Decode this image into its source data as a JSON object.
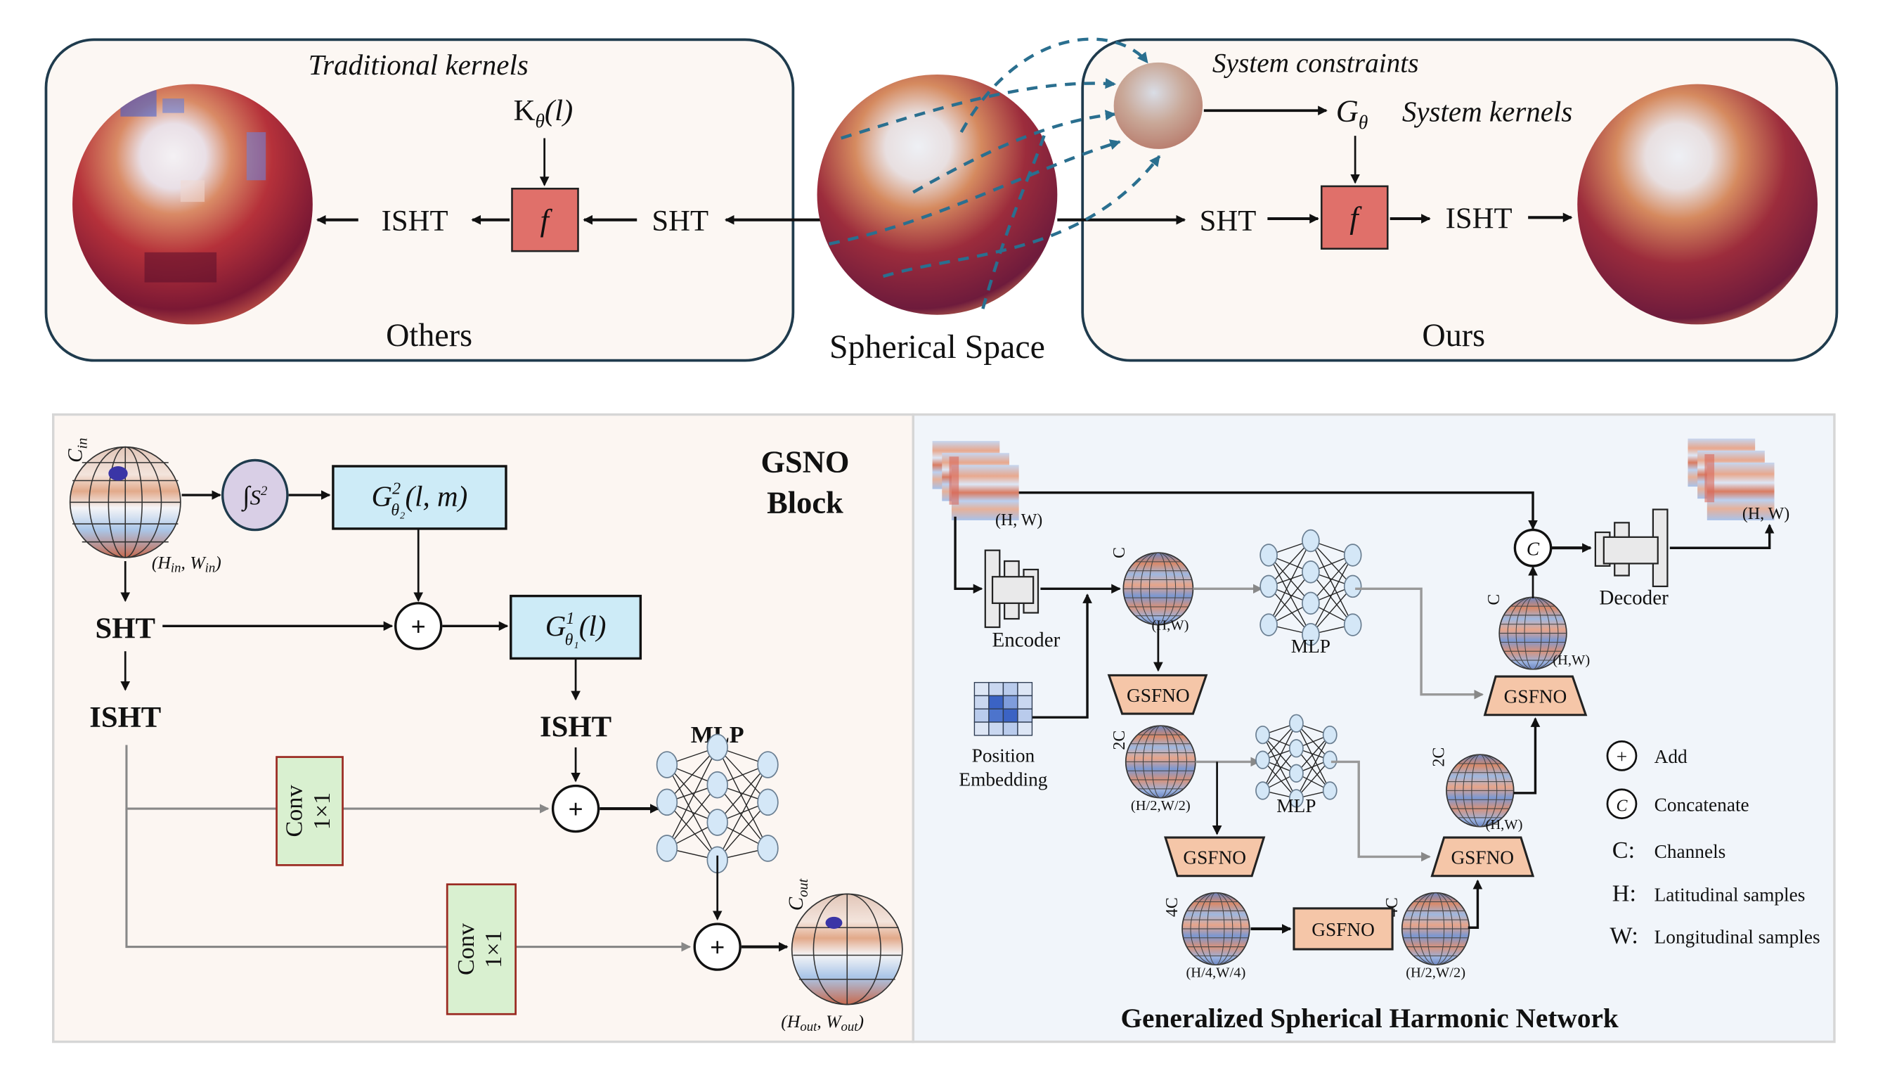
{
  "top": {
    "left_panel": {
      "caption": "Others",
      "subtitle": "Traditional kernels",
      "kernel": "K",
      "kernel_sub": "θ",
      "kernel_arg": "(l)",
      "f": "f",
      "sht": "SHT",
      "isht": "ISHT"
    },
    "center": {
      "caption": "Spherical Space"
    },
    "right_panel": {
      "caption": "Ours",
      "constraints": "System constraints",
      "kernel": "G",
      "kernel_sub": "θ",
      "kernel_label": "System kernels",
      "f": "f",
      "sht": "SHT",
      "isht": "ISHT"
    }
  },
  "gsno": {
    "title_line1": "GSNO",
    "title_line2": "Block",
    "c_in": "C",
    "c_in_sub": "in",
    "in_dims": "(H",
    "in_dims_sub1": "in",
    "in_dims_mid": ", W",
    "in_dims_sub2": "in",
    "in_dims_end": ")",
    "integral": "∫",
    "integral_s": "S",
    "integral_sup": "2",
    "g2": "G",
    "g2_sup": "2",
    "g2_sub": "θ₂",
    "g2_arg": "(l, m)",
    "g1": "G",
    "g1_sup": "1",
    "g1_sub": "θ₁",
    "g1_arg": "(l)",
    "sht": "SHT",
    "isht_left": "ISHT",
    "isht_right": "ISHT",
    "mlp": "MLP",
    "conv1": [
      "Conv",
      "1×1"
    ],
    "conv2": [
      "Conv",
      "1×1"
    ],
    "add": "+",
    "c_out": "C",
    "c_out_sub": "out",
    "out_dims": "(H",
    "out_dims_sub1": "out",
    "out_dims_mid": ", W",
    "out_dims_sub2": "out",
    "out_dims_end": ")"
  },
  "network": {
    "title": "Generalized Spherical Harmonic Network",
    "input_dims": "(H, W)",
    "output_dims": "(H, W)",
    "encoder": "Encoder",
    "decoder": "Decoder",
    "position_embedding": [
      "Position",
      "Embedding"
    ],
    "mlp_top": "MLP",
    "mlp_mid": "MLP",
    "gsfno": "GSFNO",
    "concat_symbol": "C",
    "spheres": {
      "s1": {
        "channels": "C",
        "dims": "(H,W)"
      },
      "s2": {
        "channels": "2C",
        "dims": "(H/2,W/2)"
      },
      "s3": {
        "channels": "4C",
        "dims": "(H/4,W/4)"
      },
      "s4": {
        "channels": "4C",
        "dims": "(H/2,W/2)"
      },
      "s5": {
        "channels": "2C",
        "dims": "(H,W)"
      },
      "s6": {
        "channels": "C",
        "dims": "(H,W)"
      }
    },
    "legend": [
      {
        "symbol": "+",
        "label": "Add"
      },
      {
        "symbol": "C",
        "label": "Concatenate"
      },
      {
        "symbol": "C:",
        "label": "Channels"
      },
      {
        "symbol": "H:",
        "label": "Latitudinal samples"
      },
      {
        "symbol": "W:",
        "label": "Longitudinal samples"
      }
    ]
  },
  "colors": {
    "panel_top_bg": "#fcf7f3",
    "panel_border": "#1f3b4d",
    "f_box": "#e0706a",
    "dashed": "#2a6f8f",
    "gsno_bg": "#fcf6f2",
    "net_bg": "#f1f5fa",
    "g_box": "#cdebf7",
    "integral_fill": "#d9cfe6",
    "conv_fill": "#d9f0d0",
    "conv_border": "#9a2a22",
    "gsfno_fill": "#f5c6a8",
    "mlp_node": "#d4e7f7"
  }
}
